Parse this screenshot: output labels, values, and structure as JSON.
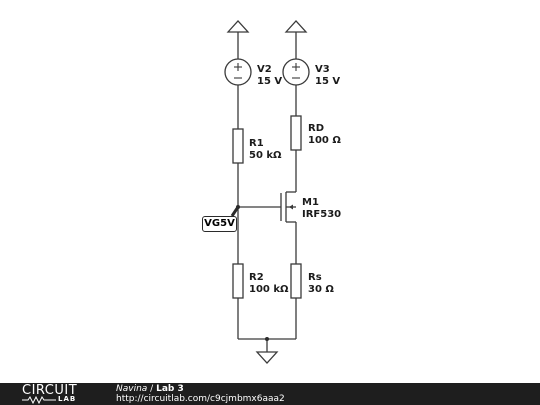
{
  "components": {
    "v2": {
      "name": "V2",
      "value": "15 V"
    },
    "v3": {
      "name": "V3",
      "value": "15 V"
    },
    "r1": {
      "name": "R1",
      "value": "50 kΩ"
    },
    "rd": {
      "name": "RD",
      "value": "100 Ω"
    },
    "m1": {
      "name": "M1",
      "value": "IRF530"
    },
    "r2": {
      "name": "R2",
      "value": "100 kΩ"
    },
    "rs": {
      "name": "Rs",
      "value": "30 Ω"
    }
  },
  "net_label": "VG5V",
  "footer": {
    "logo_top": "CIRCUIT",
    "logo_bottom": "LAB",
    "author": "Navina",
    "separator": "/",
    "project": "Lab 3",
    "url": "http://circuitlab.com/c9cjmbmx6aaa2"
  }
}
